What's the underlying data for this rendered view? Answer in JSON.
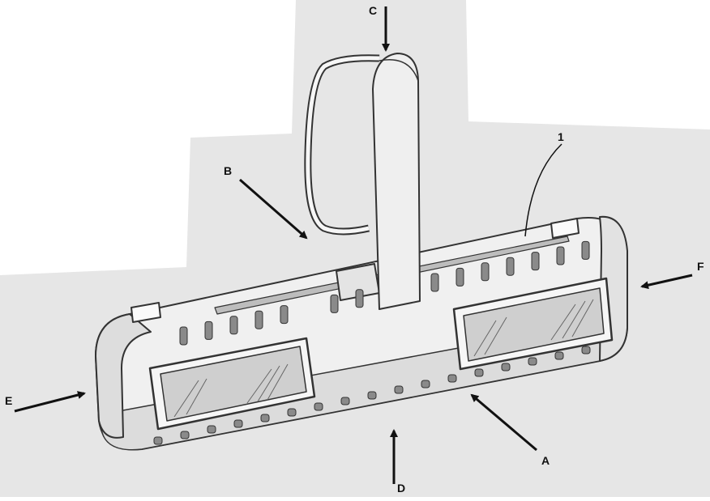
{
  "figure": {
    "labels": {
      "A": "A",
      "B": "B",
      "C": "C",
      "D": "D",
      "E": "E",
      "F": "F",
      "ref_1": "1"
    },
    "colors": {
      "background_shade": "#e6e6e6",
      "body_fill": "#f0f0f0",
      "outline": "#333333",
      "slot_fill": "#8a8a8a",
      "window_fill": "#cfcfcf",
      "arrow": "#111111"
    }
  }
}
